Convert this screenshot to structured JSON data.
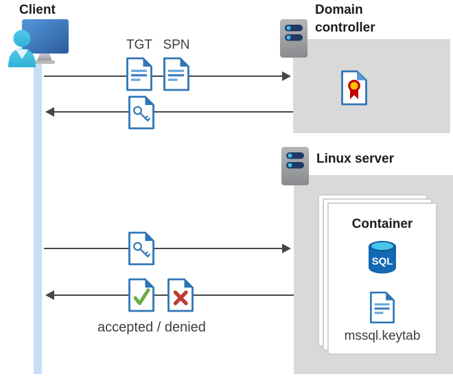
{
  "labels": {
    "client": "Client",
    "domain_controller": "Domain controller",
    "linux_server": "Linux server",
    "container": "Container",
    "sql": "SQL",
    "mssql_keytab": "mssql.keytab",
    "tgt": "TGT",
    "spn": "SPN",
    "accepted_denied": "accepted / denied"
  },
  "colors": {
    "document_blue": "#2E75B6",
    "document_line_blue": "#6FA8DC",
    "accepted_green": "#6CAE45",
    "denied_red": "#BE3A31",
    "lifeline_blue": "#C7DCF6",
    "zone_gray": "#D9D9D9",
    "arrow_gray": "#464646",
    "person_cyan": "#41BFE1",
    "sql_body_blue": "#1268B3",
    "sql_top_cyan": "#49C7E9",
    "certificate_yellow": "#FFC000",
    "certificate_red": "#C00000",
    "server_bar_navy": "#1F3864"
  }
}
